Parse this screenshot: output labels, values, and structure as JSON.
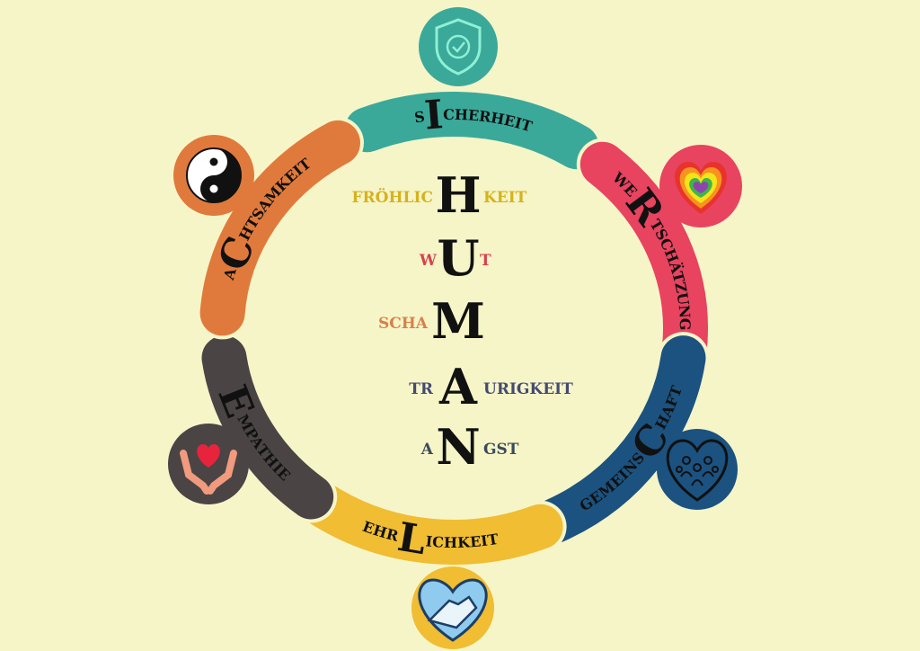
{
  "colors": {
    "background": "#f6f5c8",
    "teal": "#3aa99a",
    "pink": "#e8435f",
    "blue": "#1b5280",
    "yellow": "#f0bd33",
    "gray": "#4a4445",
    "orange": "#e07a3c"
  },
  "segments": [
    {
      "id": "sicherheit",
      "prefix": "S",
      "big": "I",
      "suffix": "CHERHEIT",
      "color": "#3aa99a",
      "a0": -112,
      "a1": -58,
      "icon": "shield-check-icon"
    },
    {
      "id": "wertschaetzung",
      "prefix": "WE",
      "big": "R",
      "suffix": "TSCHÄTZUNG",
      "color": "#e8435f",
      "a0": -50,
      "a1": 5,
      "icon": "rainbow-heart-icon"
    },
    {
      "id": "gemeinschaft",
      "prefix": "GEMEINS",
      "big": "C",
      "suffix": "HAFT",
      "color": "#1b5280",
      "a0": 64,
      "a1": 8,
      "icon": "community-heart-icon"
    },
    {
      "id": "ehrlichkeit",
      "prefix": "EHR",
      "big": "L",
      "suffix": "ICHKEIT",
      "color": "#f0bd33",
      "a0": 124,
      "a1": 68,
      "icon": "handshake-heart-icon"
    },
    {
      "id": "empathie",
      "prefix": "",
      "big": "E",
      "suffix": "MPATHIE",
      "color": "#4a4445",
      "a0": 172,
      "a1": 128,
      "icon": "hands-heart-icon"
    },
    {
      "id": "achtsamkeit",
      "prefix": "A",
      "big": "C",
      "suffix": "HTSAMKEIT",
      "color": "#e07a3c",
      "a0": 184,
      "a1": 240,
      "icon": "yin-yang-icon"
    }
  ],
  "center_words": [
    {
      "left": "FRÖHLIC",
      "letter": "H",
      "right": "KEIT",
      "color": "#d6b21e"
    },
    {
      "left": "W",
      "letter": "U",
      "right": "T",
      "color": "#d9414f"
    },
    {
      "left": "SCHA",
      "letter": "M",
      "right": "",
      "color": "#d9804a"
    },
    {
      "left": "TR",
      "letter": "A",
      "right": "URIGKEIT",
      "color": "#454a72"
    },
    {
      "left": "A",
      "letter": "N",
      "right": "GST",
      "color": "#3c4a5a"
    }
  ]
}
